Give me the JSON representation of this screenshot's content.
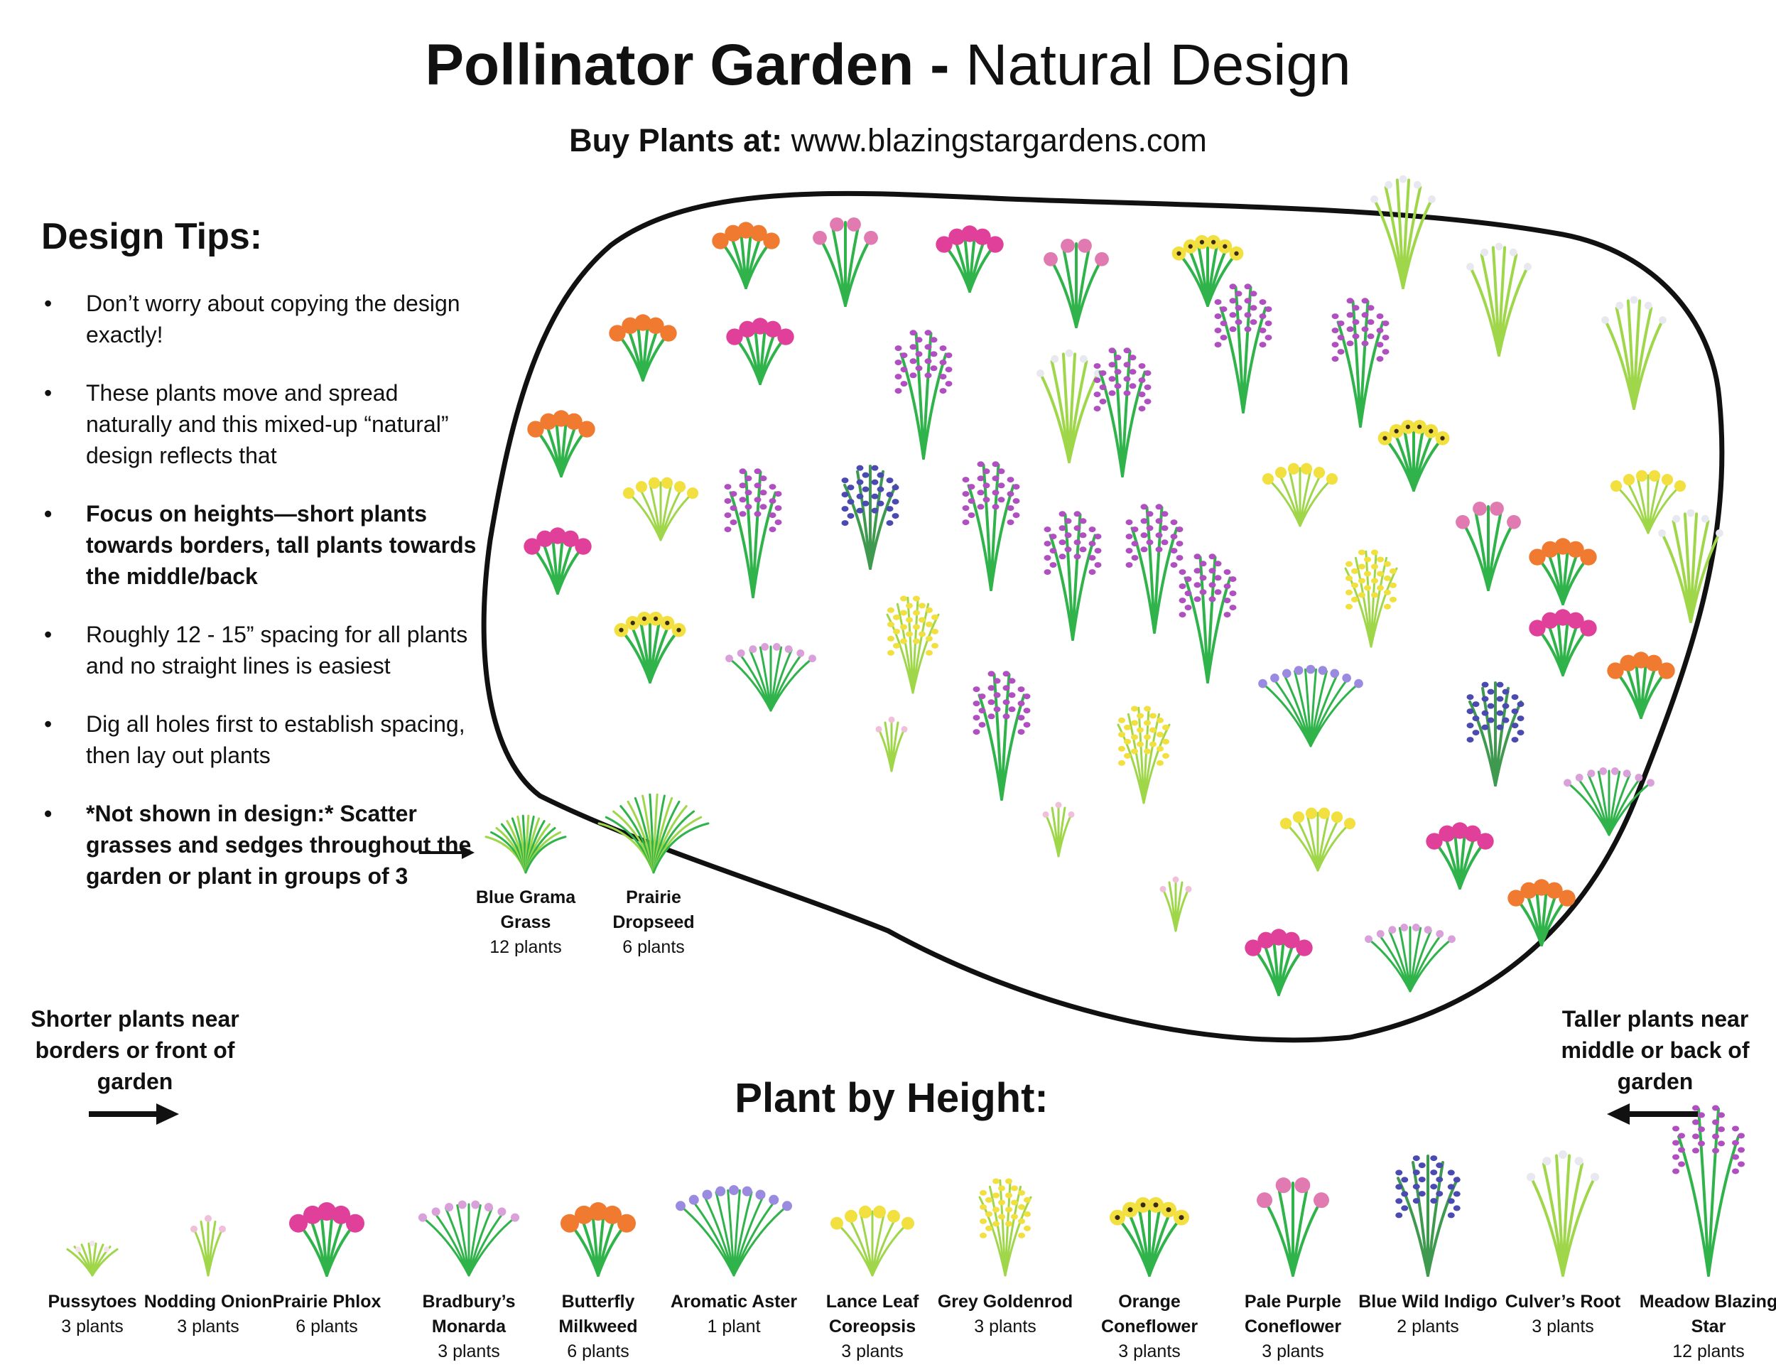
{
  "header": {
    "title_bold": "Pollinator Garden -",
    "title_light": "Natural Design",
    "buy_label": "Buy Plants at:",
    "buy_url": "www.blazingstargardens.com"
  },
  "tips": {
    "heading": "Design Tips:",
    "items": [
      {
        "text": "Don’t worry about copying the design exactly!",
        "bold": false
      },
      {
        "text": "These plants move and spread naturally and this mixed-up “natural” design reflects that",
        "bold": false
      },
      {
        "text": "Focus on heights—short plants towards borders, tall plants towards the middle/back",
        "bold": true
      },
      {
        "text": "Roughly 12 - 15” spacing for all plants and no straight lines is easiest",
        "bold": false
      },
      {
        "text": "Dig all holes first to establish spacing, then lay out plants",
        "bold": false
      },
      {
        "text": "*Not shown in design:* Scatter grasses and sedges throughout the garden or plant in groups of 3",
        "bold": true
      }
    ]
  },
  "grasses": [
    {
      "name": "Blue Grama Grass",
      "count": "12 plants"
    },
    {
      "name": "Prairie Dropseed",
      "count": "6 plants"
    }
  ],
  "height_guide": {
    "heading": "Plant by Height:",
    "shorter_note": "Shorter plants near borders or front of garden",
    "taller_note": "Taller plants near middle or back of garden"
  },
  "plants_by_height": [
    {
      "name": "Pussytoes",
      "count": "3 plants"
    },
    {
      "name": "Nodding Onion",
      "count": "3 plants"
    },
    {
      "name": "Prairie Phlox",
      "count": "6 plants"
    },
    {
      "name": "Bradbury’s Monarda",
      "count": "3 plants"
    },
    {
      "name": "Butterfly Milkweed",
      "count": "6 plants"
    },
    {
      "name": "Aromatic Aster",
      "count": "1 plant"
    },
    {
      "name": "Lance Leaf Coreopsis",
      "count": "3 plants"
    },
    {
      "name": "Grey Goldenrod",
      "count": "3 plants"
    },
    {
      "name": "Orange Coneflower",
      "count": "3 plants"
    },
    {
      "name": "Pale Purple Coneflower",
      "count": "3 plants"
    },
    {
      "name": "Blue Wild Indigo",
      "count": "2 plants"
    },
    {
      "name": "Culver’s Root",
      "count": "3 plants"
    },
    {
      "name": "Meadow Blazing Star",
      "count": "12 plants"
    }
  ],
  "colors": {
    "leaf": "#2fb34a",
    "light_leaf": "#9fd64a",
    "pink": "#e0409a",
    "orange": "#f07a30",
    "yellow": "#f2e040",
    "purple": "#b04fc0",
    "lavender": "#9a8ae0",
    "indigo": "#4a4ab0",
    "outline": "#111111"
  }
}
